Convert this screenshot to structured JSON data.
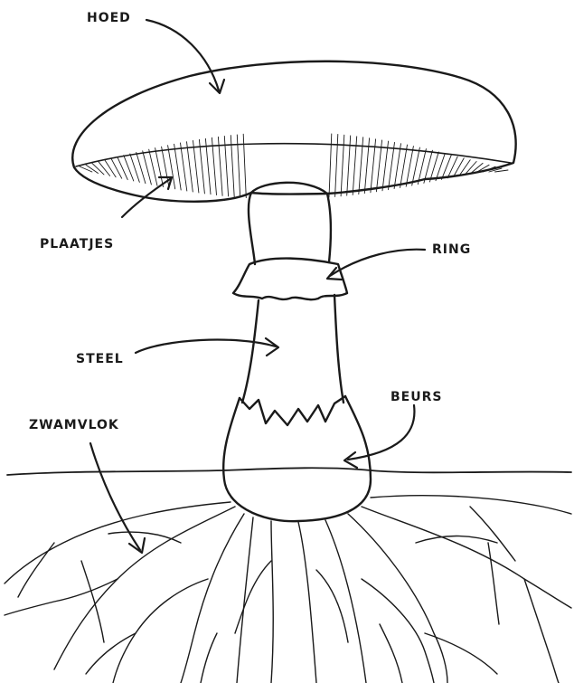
{
  "labels": {
    "hoed": "HOED",
    "plaatjes": "PLAATJES",
    "ring": "RING",
    "steel": "STEEL",
    "beurs": "BEURS",
    "zwamvlok": "ZWAMVLOK"
  },
  "colors": {
    "ink": "#1a1a1a",
    "paper": "#ffffff"
  }
}
